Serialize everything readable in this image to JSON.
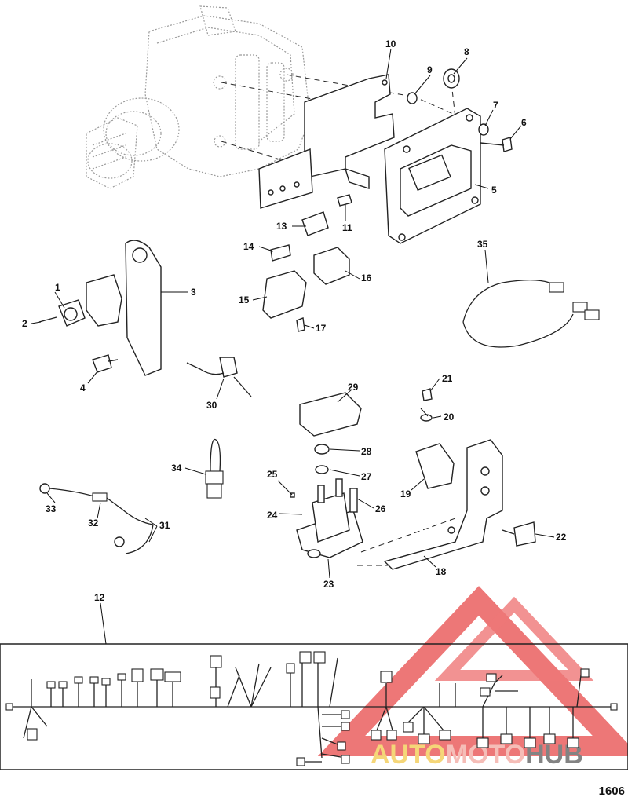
{
  "figure_number": "1606",
  "watermark": {
    "text_part1": "AUTO",
    "text_part2": "MOTO",
    "text_part3": "HUB",
    "colors": {
      "auto": "#f2c94c",
      "moto": "#f2a7a0",
      "hub": "#5a5a5a",
      "triangle": "#e84a4a"
    }
  },
  "callouts": [
    {
      "id": "c1",
      "text": "1"
    },
    {
      "id": "c2",
      "text": "2"
    },
    {
      "id": "c3",
      "text": "3"
    },
    {
      "id": "c4",
      "text": "4"
    },
    {
      "id": "c5",
      "text": "5"
    },
    {
      "id": "c6",
      "text": "6"
    },
    {
      "id": "c7",
      "text": "7"
    },
    {
      "id": "c8",
      "text": "8"
    },
    {
      "id": "c9",
      "text": "9"
    },
    {
      "id": "c10",
      "text": "10"
    },
    {
      "id": "c11",
      "text": "11"
    },
    {
      "id": "c12",
      "text": "12"
    },
    {
      "id": "c13",
      "text": "13"
    },
    {
      "id": "c14",
      "text": "14"
    },
    {
      "id": "c15",
      "text": "15"
    },
    {
      "id": "c16",
      "text": "16"
    },
    {
      "id": "c17",
      "text": "17"
    },
    {
      "id": "c18",
      "text": "18"
    },
    {
      "id": "c19",
      "text": "19"
    },
    {
      "id": "c20",
      "text": "20"
    },
    {
      "id": "c21",
      "text": "21"
    },
    {
      "id": "c22",
      "text": "22"
    },
    {
      "id": "c23",
      "text": "23"
    },
    {
      "id": "c24",
      "text": "24"
    },
    {
      "id": "c25",
      "text": "25"
    },
    {
      "id": "c26",
      "text": "26"
    },
    {
      "id": "c27",
      "text": "27"
    },
    {
      "id": "c28",
      "text": "28"
    },
    {
      "id": "c29",
      "text": "29"
    },
    {
      "id": "c30",
      "text": "30"
    },
    {
      "id": "c31",
      "text": "31"
    },
    {
      "id": "c32",
      "text": "32"
    },
    {
      "id": "c33",
      "text": "33"
    },
    {
      "id": "c34",
      "text": "34"
    },
    {
      "id": "c35",
      "text": "35"
    }
  ]
}
